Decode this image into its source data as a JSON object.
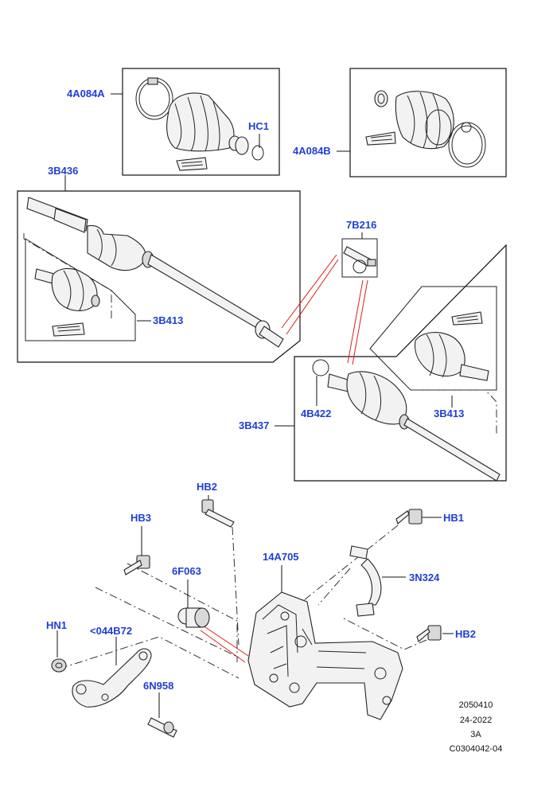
{
  "callouts": {
    "c_4a084a": "4A084A",
    "c_hc1": "HC1",
    "c_4a084b": "4A084B",
    "c_3b436": "3B436",
    "c_7b216": "7B216",
    "c_3b413_top": "3B413",
    "c_4b422": "4B422",
    "c_3b413_right": "3B413",
    "c_3b437": "3B437",
    "c_hb2_top": "HB2",
    "c_hb3": "HB3",
    "c_hb1": "HB1",
    "c_14a705": "14A705",
    "c_6f063": "6F063",
    "c_3n324": "3N324",
    "c_hn1": "HN1",
    "c_044b72": "<044B72",
    "c_hb2_right": "HB2",
    "c_6n958": "6N958"
  },
  "meta": {
    "line1": "2050410",
    "line2": "24-2022",
    "line3": "3A",
    "line4": "C0304042-04"
  },
  "colors": {
    "callout": "#1f3fd6",
    "leader_red": "#e01b1b",
    "line": "#111111"
  }
}
